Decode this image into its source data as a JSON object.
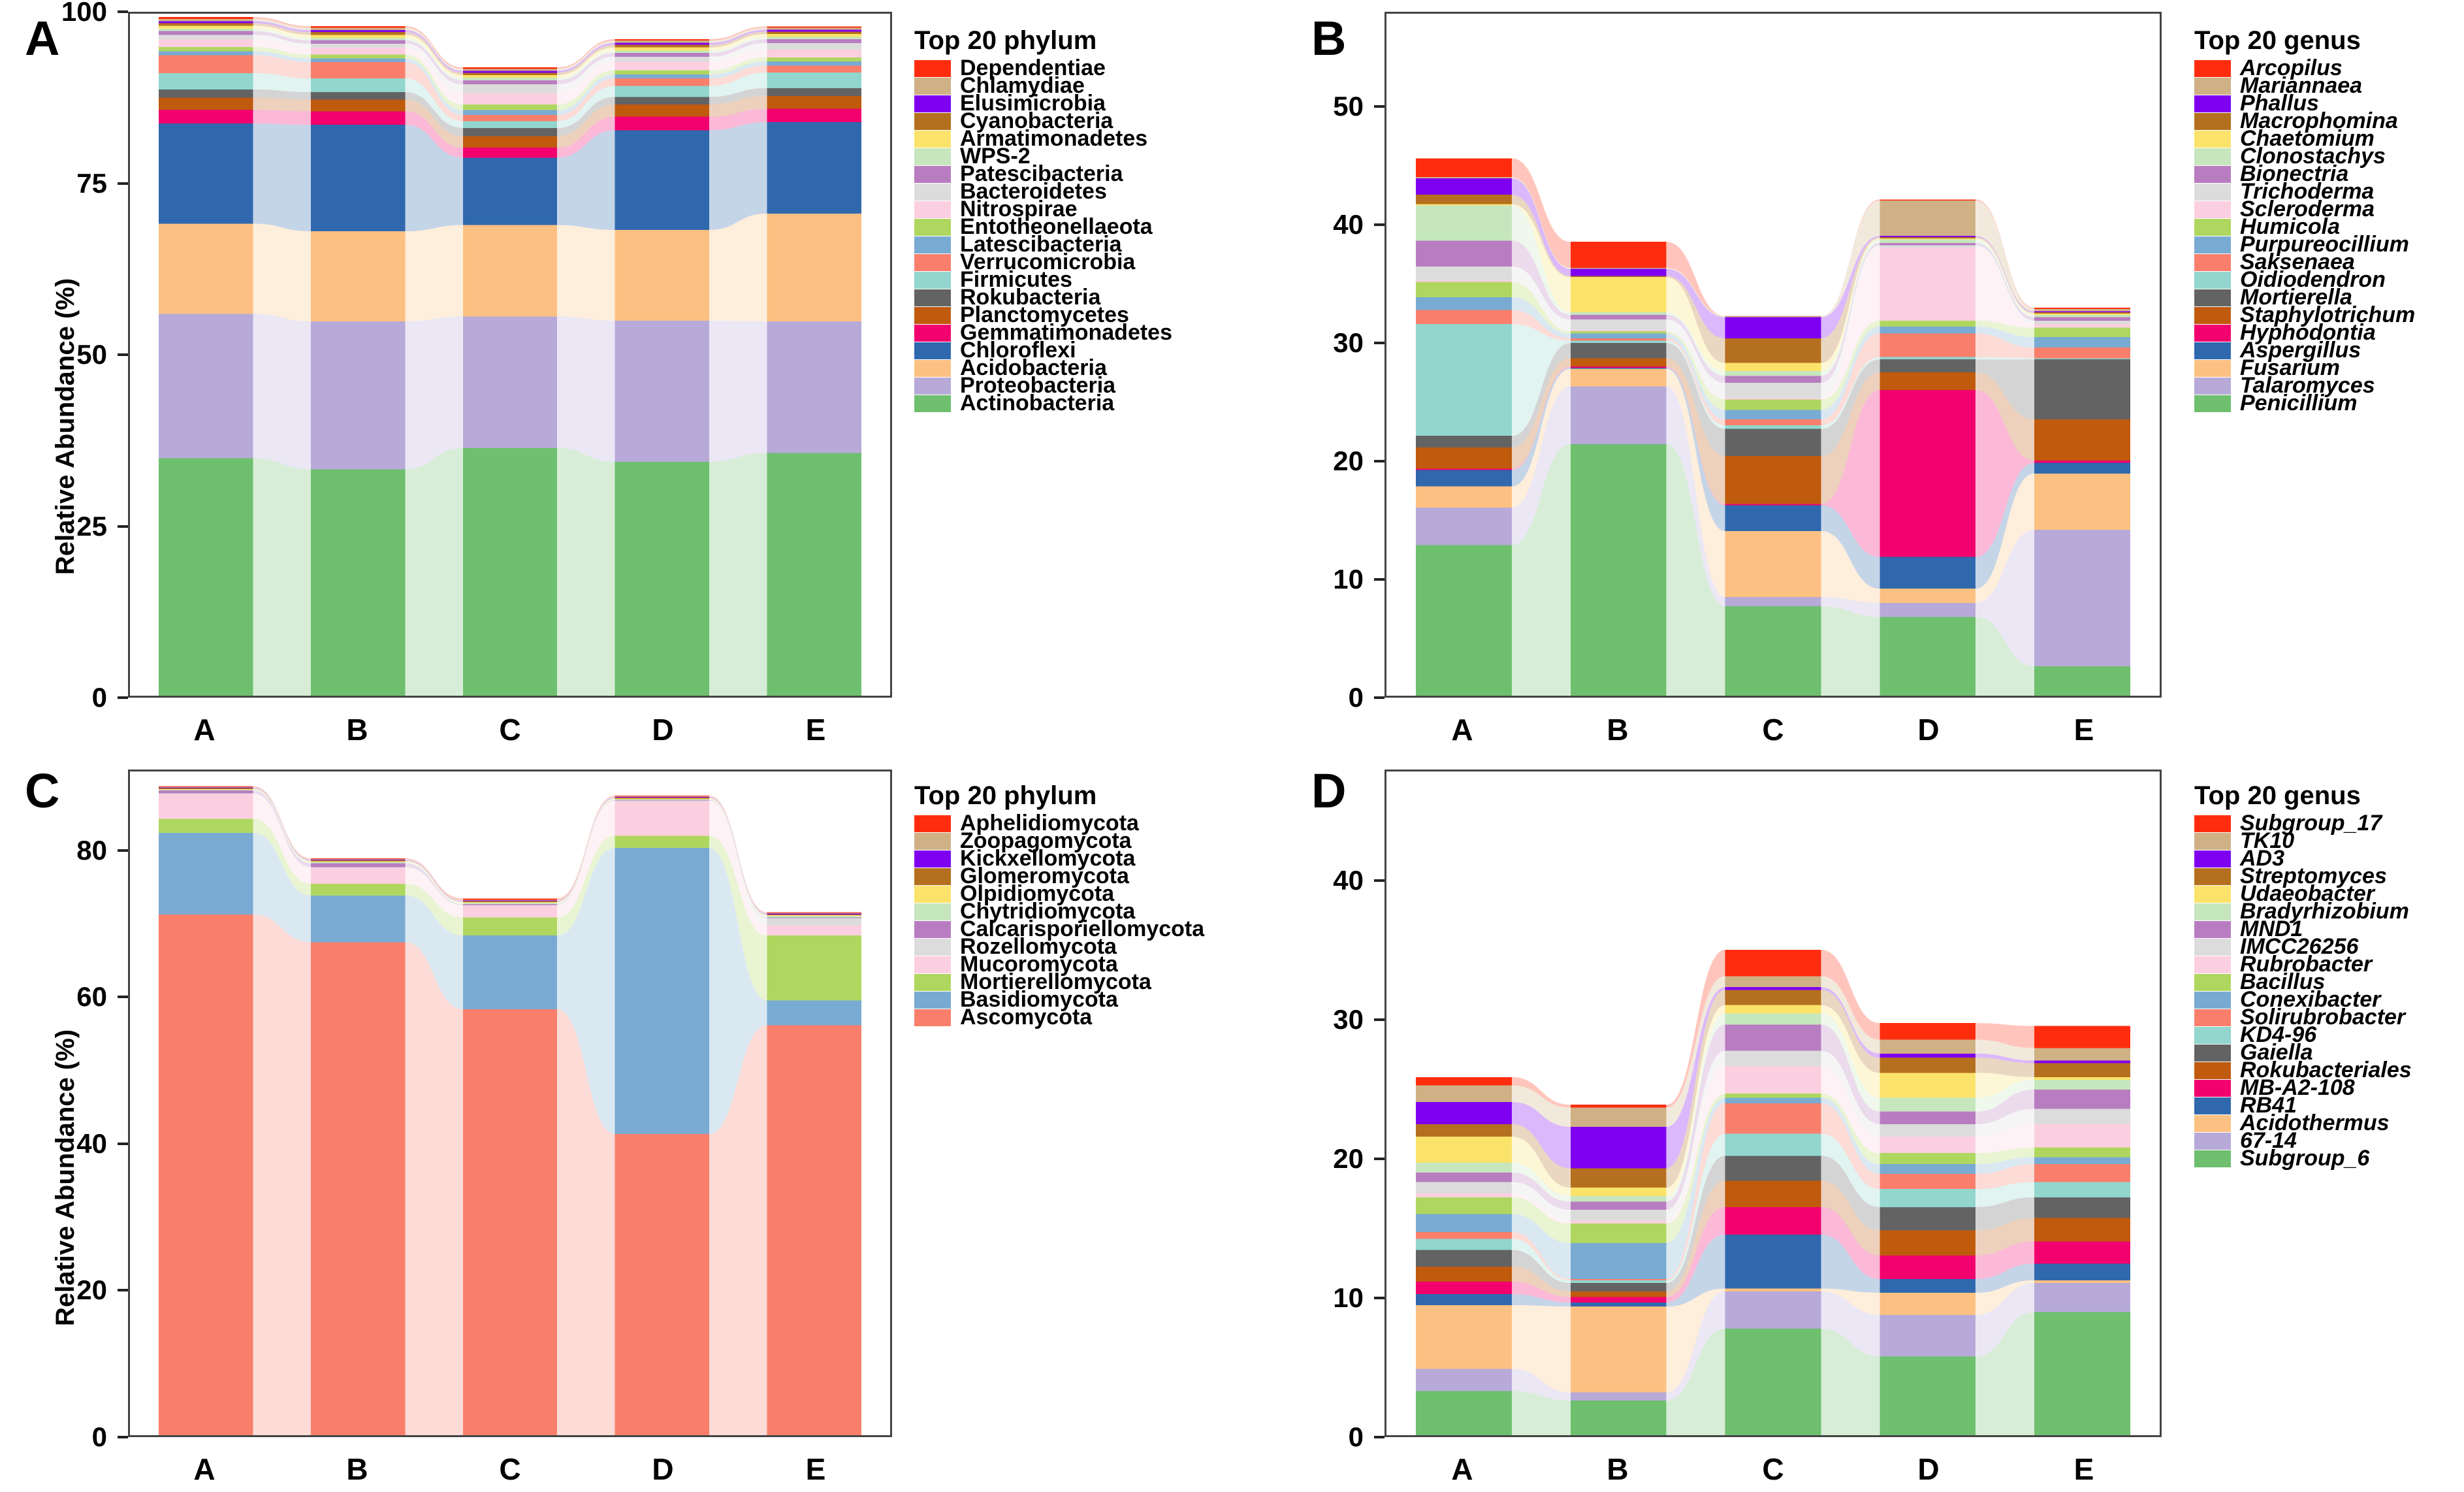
{
  "palette": {
    "c1": "#FF2D0E",
    "c2": "#CFB185",
    "c3": "#7F00F0",
    "c4": "#B5701F",
    "c5": "#FBE36B",
    "c6": "#C6E6BE",
    "c7": "#B87DC0",
    "c8": "#DCDCDC",
    "c9": "#FBCFE0",
    "c10": "#AFD760",
    "c11": "#79ABD2",
    "c12": "#F97F6C",
    "c13": "#92D6CE",
    "c14": "#636363",
    "c15": "#C05A0D",
    "c16": "#F2006E",
    "c17": "#3068AE",
    "c18": "#FCC182",
    "c19": "#B7AAD8",
    "c20": "#6EBF6E"
  },
  "panels": {
    "A": {
      "letter": "A",
      "ylabel": "Relative Abundance (%)",
      "yticks": [
        0,
        25,
        50,
        75,
        100
      ],
      "ylim": [
        0,
        100
      ],
      "xticks": [
        "A",
        "B",
        "C",
        "D",
        "E"
      ],
      "legend_title": "Top 20 phylum",
      "legend_italic": false
    },
    "B": {
      "letter": "B",
      "ylabel": "",
      "yticks": [
        0,
        10,
        20,
        30,
        40,
        50
      ],
      "ylim": [
        0,
        58
      ],
      "xticks": [
        "A",
        "B",
        "C",
        "D",
        "E"
      ],
      "legend_title": "Top 20 genus",
      "legend_italic": true
    },
    "C": {
      "letter": "C",
      "ylabel": "Relative Abundance (%)",
      "yticks": [
        0,
        20,
        40,
        60,
        80
      ],
      "ylim": [
        0,
        91
      ],
      "xticks": [
        "A",
        "B",
        "C",
        "D",
        "E"
      ],
      "legend_title": "Top 20 phylum",
      "legend_italic": false
    },
    "D": {
      "letter": "D",
      "ylabel": "",
      "yticks": [
        0,
        10,
        20,
        30,
        40
      ],
      "ylim": [
        0,
        48
      ],
      "xticks": [
        "A",
        "B",
        "C",
        "D",
        "E"
      ],
      "legend_title": "Top 20 genus",
      "legend_italic": true
    }
  },
  "chart_data": [
    {
      "panel": "A",
      "type": "area",
      "title": "",
      "ylabel": "Relative Abundance (%)",
      "xlabel": "",
      "ylim": [
        0,
        100
      ],
      "yticks": [
        0,
        25,
        50,
        75,
        100
      ],
      "categories": [
        "A",
        "B",
        "C",
        "D",
        "E"
      ],
      "legend_title": "Top 20 phylum",
      "legend_position": "right",
      "grid": false,
      "series": [
        {
          "name": "Dependentiae",
          "color": "#FF2D0E",
          "values": [
            0.25,
            0.22,
            0.2,
            0.22,
            0.2
          ]
        },
        {
          "name": "Chlamydiae",
          "color": "#CFB185",
          "values": [
            0.35,
            0.35,
            0.3,
            0.32,
            0.3
          ]
        },
        {
          "name": "Elusimicrobia",
          "color": "#7F00F0",
          "values": [
            0.3,
            0.3,
            0.28,
            0.3,
            0.28
          ]
        },
        {
          "name": "Cyanobacteria",
          "color": "#B5701F",
          "values": [
            0.35,
            0.4,
            0.35,
            0.38,
            0.35
          ]
        },
        {
          "name": "Armatimonadetes",
          "color": "#FBE36B",
          "values": [
            0.45,
            0.45,
            0.4,
            0.45,
            0.42
          ]
        },
        {
          "name": "WPS-2",
          "color": "#C6E6BE",
          "values": [
            0.35,
            0.35,
            0.35,
            0.35,
            0.35
          ]
        },
        {
          "name": "Patescibacteria",
          "color": "#B87DC0",
          "values": [
            0.55,
            0.5,
            0.6,
            0.55,
            0.55
          ]
        },
        {
          "name": "Bacteroidetes",
          "color": "#DCDCDC",
          "values": [
            0.7,
            0.6,
            1.3,
            0.75,
            0.95
          ]
        },
        {
          "name": "Nitrospirae",
          "color": "#FBCFE0",
          "values": [
            1.1,
            1.0,
            1.65,
            1.25,
            1.15
          ]
        },
        {
          "name": "Entotheonellaeota",
          "color": "#AFD760",
          "values": [
            0.6,
            0.55,
            0.85,
            0.6,
            0.6
          ]
        },
        {
          "name": "Latescibacteria",
          "color": "#79ABD2",
          "values": [
            0.6,
            0.55,
            0.7,
            0.6,
            0.6
          ]
        },
        {
          "name": "Verrucomicrobia",
          "color": "#F97F6C",
          "values": [
            2.6,
            2.4,
            0.9,
            1.1,
            1.0
          ]
        },
        {
          "name": "Firmicutes",
          "color": "#92D6CE",
          "values": [
            2.4,
            2.0,
            1.0,
            1.6,
            2.3
          ]
        },
        {
          "name": "Rokubacteria",
          "color": "#636363",
          "values": [
            1.2,
            1.1,
            1.2,
            1.1,
            1.15
          ]
        },
        {
          "name": "Planctomycetes",
          "color": "#C05A0D",
          "values": [
            1.8,
            1.7,
            1.7,
            1.8,
            1.9
          ]
        },
        {
          "name": "Gemmatimonadetes",
          "color": "#F2006E",
          "values": [
            2.0,
            2.0,
            1.45,
            2.0,
            1.95
          ]
        },
        {
          "name": "Chloroflexi",
          "color": "#3068AE",
          "values": [
            14.7,
            15.6,
            9.9,
            14.6,
            13.4
          ]
        },
        {
          "name": "Acidobacteria",
          "color": "#FCC182",
          "values": [
            13.2,
            13.2,
            13.4,
            13.3,
            15.8
          ]
        },
        {
          "name": "Proteobacteria",
          "color": "#B7AAD8",
          "values": [
            21.2,
            21.7,
            19.3,
            20.7,
            19.3
          ]
        },
        {
          "name": "Actinobacteria",
          "color": "#6EBF6E",
          "values": [
            34.8,
            33.2,
            36.3,
            34.3,
            35.6
          ]
        }
      ]
    },
    {
      "panel": "B",
      "type": "area",
      "title": "",
      "ylabel": "",
      "xlabel": "",
      "ylim": [
        0,
        58
      ],
      "yticks": [
        0,
        10,
        20,
        30,
        40,
        50
      ],
      "categories": [
        "A",
        "B",
        "C",
        "D",
        "E"
      ],
      "legend_title": "Top 20 genus",
      "legend_position": "right",
      "grid": false,
      "series": [
        {
          "name": "Arcopilus",
          "color": "#FF2D0E",
          "values": [
            1.6,
            2.2,
            0.0,
            0.1,
            0.1
          ]
        },
        {
          "name": "Mariannaea",
          "color": "#CFB185",
          "values": [
            0.1,
            0.1,
            0.1,
            3.0,
            0.2
          ]
        },
        {
          "name": "Phallus",
          "color": "#7F00F0",
          "values": [
            1.4,
            0.6,
            1.8,
            0.1,
            0.1
          ]
        },
        {
          "name": "Macrophomina",
          "color": "#B5701F",
          "values": [
            0.8,
            0.1,
            2.1,
            0.1,
            0.1
          ]
        },
        {
          "name": "Chaetomium",
          "color": "#FBE36B",
          "values": [
            0.1,
            3.0,
            0.7,
            0.1,
            0.1
          ]
        },
        {
          "name": "Clonostachys",
          "color": "#C6E6BE",
          "values": [
            3.0,
            0.2,
            0.4,
            0.3,
            0.2
          ]
        },
        {
          "name": "Bionectria",
          "color": "#B87DC0",
          "values": [
            2.2,
            0.4,
            0.6,
            0.2,
            0.3
          ]
        },
        {
          "name": "Trichoderma",
          "color": "#DCDCDC",
          "values": [
            1.2,
            0.9,
            1.3,
            0.2,
            0.3
          ]
        },
        {
          "name": "Scleroderma",
          "color": "#FBCFE0",
          "values": [
            0.1,
            0.1,
            0.1,
            6.2,
            0.3
          ]
        },
        {
          "name": "Humicola",
          "color": "#AFD760",
          "values": [
            1.3,
            0.2,
            0.9,
            0.5,
            0.8
          ]
        },
        {
          "name": "Purpureocillium",
          "color": "#79ABD2",
          "values": [
            1.1,
            0.4,
            0.8,
            0.6,
            0.9
          ]
        },
        {
          "name": "Saksenaea",
          "color": "#F97F6C",
          "values": [
            1.2,
            0.2,
            0.5,
            2.0,
            0.9
          ]
        },
        {
          "name": "Oidiodendron",
          "color": "#92D6CE",
          "values": [
            9.5,
            0.2,
            0.3,
            0.2,
            0.1
          ]
        },
        {
          "name": "Mortierella",
          "color": "#636363",
          "values": [
            1.0,
            1.3,
            2.3,
            1.1,
            5.1
          ]
        },
        {
          "name": "Staphylotrichum",
          "color": "#C05A0D",
          "values": [
            1.8,
            0.7,
            4.1,
            1.5,
            3.5
          ]
        },
        {
          "name": "Hyphodontia",
          "color": "#F2006E",
          "values": [
            0.1,
            0.1,
            0.1,
            14.2,
            0.2
          ]
        },
        {
          "name": "Aspergillus",
          "color": "#3068AE",
          "values": [
            1.4,
            0.1,
            2.2,
            2.7,
            0.9
          ]
        },
        {
          "name": "Fusarium",
          "color": "#FCC182",
          "values": [
            1.8,
            1.5,
            5.6,
            1.2,
            4.8
          ]
        },
        {
          "name": "Talaromyces",
          "color": "#B7AAD8",
          "values": [
            3.2,
            4.9,
            0.8,
            1.2,
            11.6
          ]
        },
        {
          "name": "Penicillium",
          "color": "#6EBF6E",
          "values": [
            12.8,
            21.4,
            7.6,
            6.7,
            2.5
          ]
        }
      ]
    },
    {
      "panel": "C",
      "type": "area",
      "title": "",
      "ylabel": "Relative Abundance (%)",
      "xlabel": "",
      "ylim": [
        0,
        91
      ],
      "yticks": [
        0,
        20,
        40,
        60,
        80
      ],
      "categories": [
        "A",
        "B",
        "C",
        "D",
        "E"
      ],
      "legend_title": "Top 20 phylum",
      "legend_position": "right",
      "grid": false,
      "series": [
        {
          "name": "Aphelidiomycota",
          "color": "#FF2D0E",
          "values": [
            0.1,
            0.1,
            0.2,
            0.1,
            0.1
          ]
        },
        {
          "name": "Zoopagomycota",
          "color": "#CFB185",
          "values": [
            0.1,
            0.1,
            0.1,
            0.1,
            0.1
          ]
        },
        {
          "name": "Kickxellomycota",
          "color": "#7F00F0",
          "values": [
            0.1,
            0.1,
            0.1,
            0.1,
            0.1
          ]
        },
        {
          "name": "Glomeromycota",
          "color": "#B5701F",
          "values": [
            0.1,
            0.1,
            0.1,
            0.1,
            0.1
          ]
        },
        {
          "name": "Olpidiomycota",
          "color": "#FBE36B",
          "values": [
            0.1,
            0.1,
            0.1,
            0.1,
            0.1
          ]
        },
        {
          "name": "Chytridiomycota",
          "color": "#C6E6BE",
          "values": [
            0.1,
            0.2,
            0.2,
            0.1,
            0.2
          ]
        },
        {
          "name": "Calcarisporiellomycota",
          "color": "#B87DC0",
          "values": [
            0.4,
            0.5,
            0.1,
            0.1,
            0.1
          ]
        },
        {
          "name": "Rozellomycota",
          "color": "#DCDCDC",
          "values": [
            0.1,
            0.1,
            0.1,
            0.1,
            1.0
          ]
        },
        {
          "name": "Mucoromycota",
          "color": "#FBCFE0",
          "values": [
            3.4,
            2.2,
            1.6,
            4.7,
            1.4
          ]
        },
        {
          "name": "Mortierellomycota",
          "color": "#AFD760",
          "values": [
            1.9,
            1.6,
            2.5,
            1.7,
            8.9
          ]
        },
        {
          "name": "Basidiomycota",
          "color": "#79ABD2",
          "values": [
            11.2,
            6.4,
            10.1,
            39.2,
            3.4
          ]
        },
        {
          "name": "Ascomycota",
          "color": "#F97F6C",
          "values": [
            71.4,
            67.6,
            58.4,
            41.3,
            56.2
          ]
        }
      ]
    },
    {
      "panel": "D",
      "type": "area",
      "title": "",
      "ylabel": "",
      "xlabel": "",
      "ylim": [
        0,
        48
      ],
      "yticks": [
        0,
        10,
        20,
        30,
        40
      ],
      "categories": [
        "A",
        "B",
        "C",
        "D",
        "E"
      ],
      "legend_title": "Top 20 genus",
      "legend_position": "right",
      "grid": false,
      "series": [
        {
          "name": "Subgroup_17",
          "color": "#FF2D0E",
          "values": [
            0.6,
            0.2,
            1.9,
            1.2,
            1.6
          ]
        },
        {
          "name": "TK10",
          "color": "#CFB185",
          "values": [
            1.2,
            1.4,
            0.8,
            1.0,
            0.9
          ]
        },
        {
          "name": "AD3",
          "color": "#7F00F0",
          "values": [
            1.6,
            3.0,
            0.2,
            0.3,
            0.2
          ]
        },
        {
          "name": "Streptomyces",
          "color": "#B5701F",
          "values": [
            0.9,
            1.4,
            1.1,
            1.1,
            1.0
          ]
        },
        {
          "name": "Udaeobacter",
          "color": "#FBE36B",
          "values": [
            1.9,
            0.6,
            0.6,
            1.8,
            0.2
          ]
        },
        {
          "name": "Bradyrhizobium",
          "color": "#C6E6BE",
          "values": [
            0.7,
            0.4,
            0.8,
            1.0,
            0.7
          ]
        },
        {
          "name": "MND1",
          "color": "#B87DC0",
          "values": [
            0.7,
            0.6,
            1.9,
            0.9,
            1.4
          ]
        },
        {
          "name": "IMCC26256",
          "color": "#DCDCDC",
          "values": [
            0.8,
            0.8,
            1.1,
            0.9,
            1.1
          ]
        },
        {
          "name": "Rubrobacter",
          "color": "#FBCFE0",
          "values": [
            0.3,
            0.2,
            2.0,
            1.2,
            1.7
          ]
        },
        {
          "name": "Bacillus",
          "color": "#AFD760",
          "values": [
            1.2,
            1.4,
            0.3,
            0.8,
            0.7
          ]
        },
        {
          "name": "Conexibacter",
          "color": "#79ABD2",
          "values": [
            1.3,
            2.6,
            0.4,
            0.7,
            0.5
          ]
        },
        {
          "name": "Solirubrobacter",
          "color": "#F97F6C",
          "values": [
            0.5,
            0.1,
            2.2,
            1.1,
            1.3
          ]
        },
        {
          "name": "KD4-96",
          "color": "#92D6CE",
          "values": [
            0.8,
            0.2,
            1.6,
            1.3,
            1.1
          ]
        },
        {
          "name": "Gaiella",
          "color": "#636363",
          "values": [
            1.2,
            0.6,
            1.8,
            1.7,
            1.5
          ]
        },
        {
          "name": "Rokubacteriales",
          "color": "#C05A0D",
          "values": [
            1.1,
            0.4,
            1.9,
            1.8,
            1.7
          ]
        },
        {
          "name": "MB-A2-108",
          "color": "#F2006E",
          "values": [
            0.9,
            0.4,
            2.0,
            1.7,
            1.6
          ]
        },
        {
          "name": "RB41",
          "color": "#3068AE",
          "values": [
            0.8,
            0.3,
            3.9,
            1.0,
            1.2
          ]
        },
        {
          "name": "Acidothermus",
          "color": "#FCC182",
          "values": [
            4.6,
            6.2,
            0.2,
            1.6,
            0.2
          ]
        },
        {
          "name": "67-14",
          "color": "#B7AAD8",
          "values": [
            1.6,
            0.6,
            2.7,
            3.0,
            2.1
          ]
        },
        {
          "name": "Subgroup_6",
          "color": "#6EBF6E",
          "values": [
            3.2,
            2.5,
            7.7,
            5.7,
            8.9
          ]
        }
      ]
    }
  ]
}
